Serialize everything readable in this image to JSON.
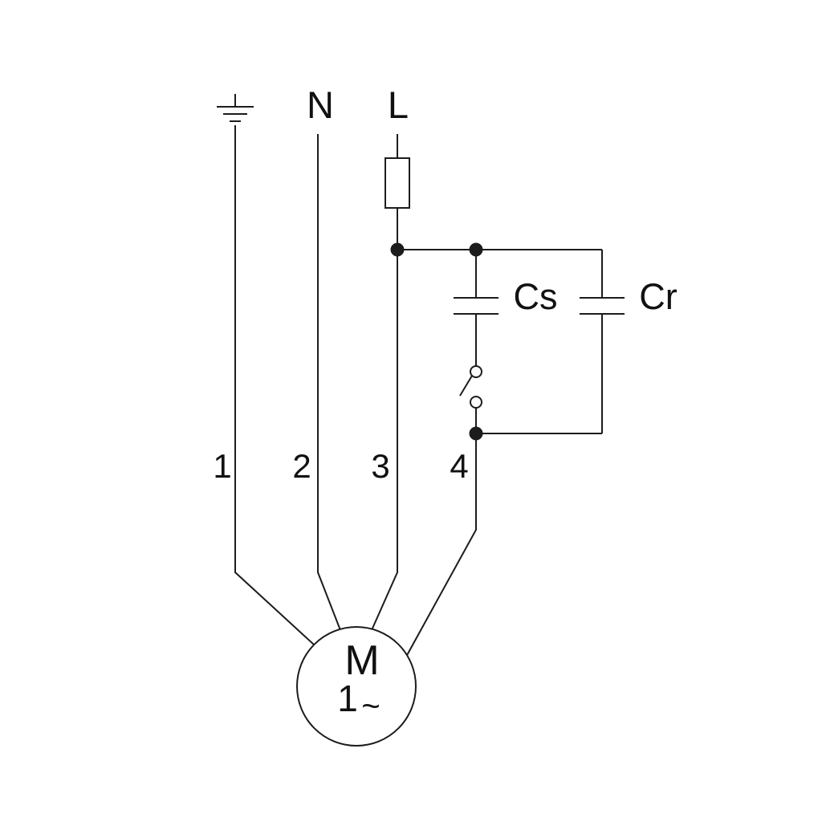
{
  "colors": {
    "line": "#1c1c1c",
    "background": "#ffffff",
    "text": "#111111"
  },
  "diagram": {
    "supply": {
      "earth_symbol": "earth-ground-icon",
      "neutral_label": "N",
      "line_label": "L"
    },
    "components": {
      "fuse_symbol": "fuse-icon",
      "start_capacitor_label": "Cs",
      "run_capacitor_label": "Cr",
      "switch_symbol": "start-switch-icon",
      "junction_symbol": "connection-node-dot"
    },
    "wire_numbers": [
      "1",
      "2",
      "3",
      "4"
    ],
    "motor": {
      "designator": "M",
      "phase_number": "1",
      "phase_symbol": "~"
    }
  }
}
